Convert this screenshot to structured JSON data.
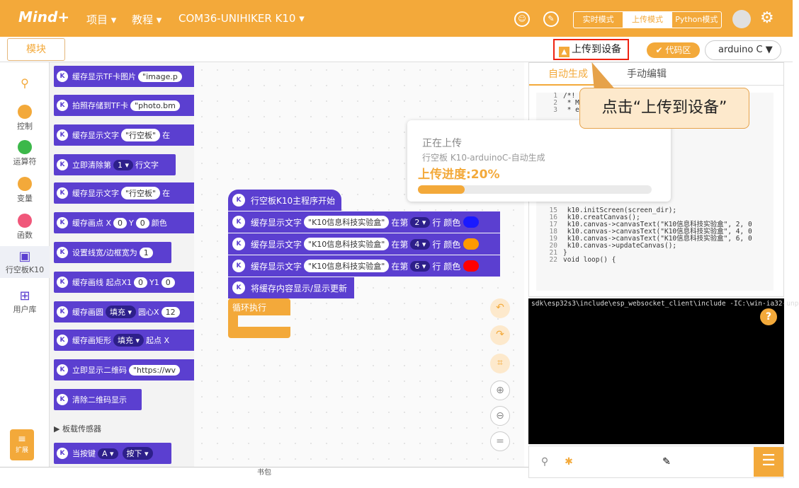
{
  "topbar": {
    "logo": "Mind+",
    "menu_project": "项目 ▾",
    "menu_tutorial": "教程 ▾",
    "menu_device": "COM36-UNIHIKER K10 ▾",
    "modes": [
      "实时模式",
      "上传模式",
      "Python模式"
    ],
    "active_mode": "上传模式"
  },
  "toolbar": {
    "blocks_tab": "模块",
    "upload_label": "上传到设备",
    "code_area": "代码区",
    "language": "arduino C"
  },
  "sidebar": {
    "categories": [
      {
        "label": "控制",
        "color": "#f3a93a"
      },
      {
        "label": "运算符",
        "color": "#3cb84a"
      },
      {
        "label": "变量",
        "color": "#f3a93a"
      },
      {
        "label": "函数",
        "color": "#f0577a"
      },
      {
        "label": "行空板K10",
        "color": "#5b3fd0"
      },
      {
        "label": "用户库",
        "color": "#5b3fd0"
      }
    ],
    "extension": "扩展"
  },
  "palette": {
    "blocks": [
      "缓存显示TF卡图片",
      "拍照存储到TF卡",
      "缓存显示文字",
      "立即清除第",
      "缓存显示文字",
      "缓存画点 X",
      "设置线宽/边框宽为",
      "缓存画线 起点X1",
      "缓存画圆",
      "缓存画矩形",
      "立即显示二维码",
      "清除二维码显示",
      "当按键"
    ],
    "block_args": {
      "b0": "\"image.p",
      "b1": "\"photo.bm",
      "b2": "\"行空板\"",
      "b2b": "在",
      "b3": "1 ▾",
      "b3b": "行文字",
      "b4": "\"行空板\"",
      "b4b": "在",
      "b5a": "0",
      "b5b": "Y",
      "b5c": "0",
      "b5d": "颜色",
      "b6": "1",
      "b7a": "0",
      "b7b": "Y1",
      "b7c": "0",
      "b8a": "填充 ▾",
      "b8b": "圆心X",
      "b8c": "12",
      "b9a": "填充 ▾",
      "b9b": "起点 X",
      "b10": "\"https://wv",
      "b12a": "A ▾",
      "b12b": "按下 ▾"
    },
    "section": "▶ 板载传感器"
  },
  "canvas": {
    "hat_block": "行空板K10主程序开始",
    "text_blocks": [
      {
        "label": "缓存显示文字",
        "text": "\"K10信息科技实验盒\"",
        "at": "在第",
        "row": "2 ▾",
        "suffix": "行 颜色",
        "color": "#1a1aff"
      },
      {
        "label": "缓存显示文字",
        "text": "\"K10信息科技实验盒\"",
        "at": "在第",
        "row": "4 ▾",
        "suffix": "行 颜色",
        "color": "#ff9a00"
      },
      {
        "label": "缓存显示文字",
        "text": "\"K10信息科技实验盒\"",
        "at": "在第",
        "row": "6 ▾",
        "suffix": "行 颜色",
        "color": "#ff0000"
      }
    ],
    "update_block": "将缓存内容显示/显示更新",
    "loop_block": "循环执行"
  },
  "code_panel": {
    "tab_auto": "自动生成",
    "tab_manual": "手动编辑",
    "lines_top": [
      {
        "n": "1",
        "t": "/*!"
      },
      {
        "n": "2",
        "t": " * M"
      },
      {
        "n": "3",
        "t": " * e"
      }
    ],
    "lines": [
      {
        "n": "15",
        "t": "    k10.initScreen(screen_dir);"
      },
      {
        "n": "16",
        "t": "    k10.creatCanvas();"
      },
      {
        "n": "17",
        "t": "    k10.canvas->canvasText(\"K10信息科技实验盒\", 2, 0"
      },
      {
        "n": "18",
        "t": "    k10.canvas->canvasText(\"K10信息科技实验盒\", 4, 0"
      },
      {
        "n": "19",
        "t": "    k10.canvas->canvasText(\"K10信息科技实验盒\", 6, 0"
      },
      {
        "n": "20",
        "t": "    k10.canvas->updateCanvas();"
      },
      {
        "n": "21",
        "t": "}"
      },
      {
        "n": "22",
        "t": "void loop() {"
      }
    ]
  },
  "terminal": {
    "line1": "sdk\\esp32s3\\include\\esp_websocket_client\\include -IC:\\win-ia32-unp"
  },
  "statusbar": {
    "label": "书包"
  },
  "progress_dialog": {
    "title": "正在上传",
    "subtitle": "行空板 K10-arduinoC-自动生成",
    "percent_text": "上传进度:20%",
    "progress": 0.2
  },
  "callout": {
    "text": "点击“上传到设备”"
  }
}
